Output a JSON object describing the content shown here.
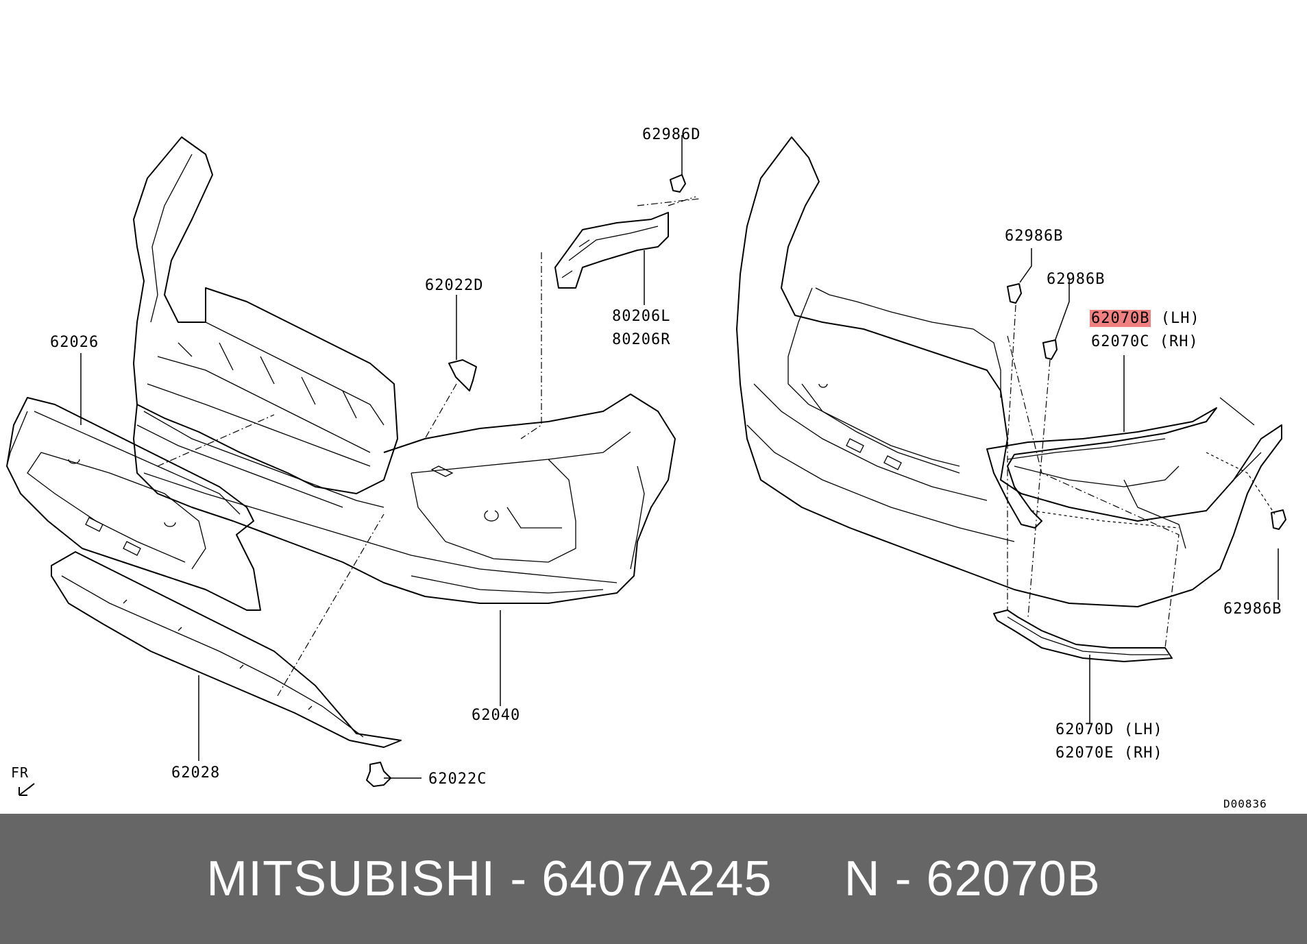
{
  "labels": {
    "p62986D": "62986D",
    "p62022D": "62022D",
    "p80206L": "80206L",
    "p80206R": "80206R",
    "p62026": "62026",
    "p62040": "62040",
    "p62028": "62028",
    "p62022C": "62022C",
    "p62986B_a": "62986B",
    "p62986B_b": "62986B",
    "p62986B_c": "62986B",
    "p62070B": "62070B",
    "p62070B_side": "(LH)",
    "p62070C": "62070C",
    "p62070C_side": "(RH)",
    "p62070D": "62070D",
    "p62070D_side": "(LH)",
    "p62070E": "62070E",
    "p62070E_side": "(RH)",
    "fr": "FR",
    "drawing_code": "D00836"
  },
  "footer": {
    "text": "MITSUBISHI - 6407A245     N - 62070B"
  },
  "colors": {
    "highlight": "#f08080",
    "footer_bg": "#666666",
    "footer_text": "#ffffff"
  }
}
